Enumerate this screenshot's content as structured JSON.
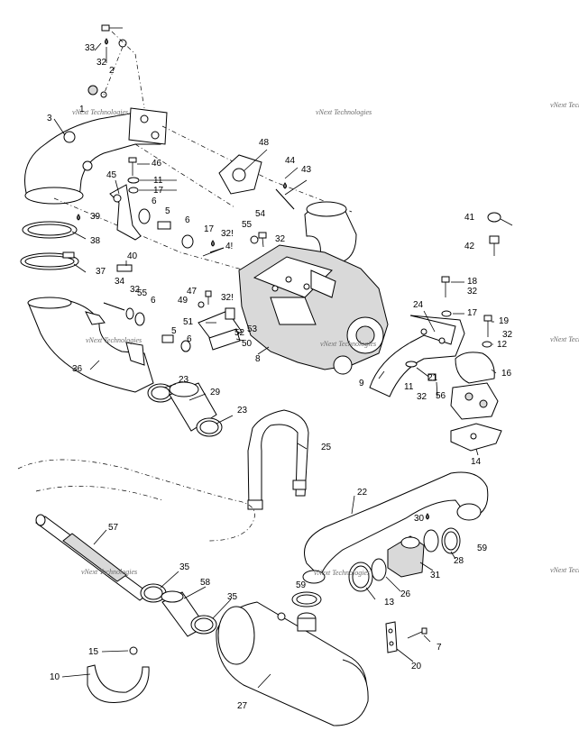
{
  "watermark": "vNext Technologies",
  "callouts": [
    {
      "id": "c33",
      "text": "33"
    },
    {
      "id": "c32a",
      "text": "32"
    },
    {
      "id": "c2",
      "text": "2"
    },
    {
      "id": "c1",
      "text": "1"
    },
    {
      "id": "c3",
      "text": "3"
    },
    {
      "id": "c48",
      "text": "48"
    },
    {
      "id": "c44",
      "text": "44"
    },
    {
      "id": "c43",
      "text": "43"
    },
    {
      "id": "c46",
      "text": "46"
    },
    {
      "id": "c45",
      "text": "45"
    },
    {
      "id": "c11a",
      "text": "11"
    },
    {
      "id": "c17a",
      "text": "17"
    },
    {
      "id": "c6a",
      "text": "6"
    },
    {
      "id": "c5a",
      "text": "5"
    },
    {
      "id": "c6b",
      "text": "6"
    },
    {
      "id": "c39",
      "text": "39"
    },
    {
      "id": "c38",
      "text": "38"
    },
    {
      "id": "c17b",
      "text": "17"
    },
    {
      "id": "c32b",
      "text": "32!"
    },
    {
      "id": "c4",
      "text": "4!"
    },
    {
      "id": "c55a",
      "text": "55"
    },
    {
      "id": "c54",
      "text": "54"
    },
    {
      "id": "c32c",
      "text": "32"
    },
    {
      "id": "c41",
      "text": "41"
    },
    {
      "id": "c42",
      "text": "42"
    },
    {
      "id": "c40",
      "text": "40"
    },
    {
      "id": "c37",
      "text": "37"
    },
    {
      "id": "c34",
      "text": "34"
    },
    {
      "id": "c32d",
      "text": "32"
    },
    {
      "id": "c55b",
      "text": "55"
    },
    {
      "id": "c6c",
      "text": "6"
    },
    {
      "id": "c47",
      "text": "47"
    },
    {
      "id": "c32e",
      "text": "32!"
    },
    {
      "id": "c49",
      "text": "49"
    },
    {
      "id": "c18",
      "text": "18"
    },
    {
      "id": "c32f",
      "text": "32"
    },
    {
      "id": "c24",
      "text": "24"
    },
    {
      "id": "c17c",
      "text": "17"
    },
    {
      "id": "c19",
      "text": "19"
    },
    {
      "id": "c32g",
      "text": "32"
    },
    {
      "id": "c12",
      "text": "12"
    },
    {
      "id": "c51",
      "text": "51"
    },
    {
      "id": "c52",
      "text": "52"
    },
    {
      "id": "c53",
      "text": "53"
    },
    {
      "id": "c50",
      "text": "50"
    },
    {
      "id": "c8",
      "text": "8"
    },
    {
      "id": "c5b",
      "text": "5"
    },
    {
      "id": "c6d",
      "text": "6"
    },
    {
      "id": "c36",
      "text": "36"
    },
    {
      "id": "c23a",
      "text": "23"
    },
    {
      "id": "c16",
      "text": "16"
    },
    {
      "id": "c11b",
      "text": "11"
    },
    {
      "id": "c21",
      "text": "21"
    },
    {
      "id": "c32h",
      "text": "32"
    },
    {
      "id": "c9",
      "text": "9"
    },
    {
      "id": "c29",
      "text": "29"
    },
    {
      "id": "c23b",
      "text": "23"
    },
    {
      "id": "c56",
      "text": "56"
    },
    {
      "id": "c14",
      "text": "14"
    },
    {
      "id": "c25",
      "text": "25"
    },
    {
      "id": "c22",
      "text": "22"
    },
    {
      "id": "c57",
      "text": "57"
    },
    {
      "id": "c30",
      "text": "30"
    },
    {
      "id": "c59a",
      "text": "59"
    },
    {
      "id": "c28",
      "text": "28"
    },
    {
      "id": "c31",
      "text": "31"
    },
    {
      "id": "c35a",
      "text": "35"
    },
    {
      "id": "c59b",
      "text": "59"
    },
    {
      "id": "c26",
      "text": "26"
    },
    {
      "id": "c58",
      "text": "58"
    },
    {
      "id": "c35b",
      "text": "35"
    },
    {
      "id": "c13",
      "text": "13"
    },
    {
      "id": "c7",
      "text": "7"
    },
    {
      "id": "c15",
      "text": "15"
    },
    {
      "id": "c20",
      "text": "20"
    },
    {
      "id": "c10",
      "text": "10"
    },
    {
      "id": "c27",
      "text": "27"
    }
  ]
}
